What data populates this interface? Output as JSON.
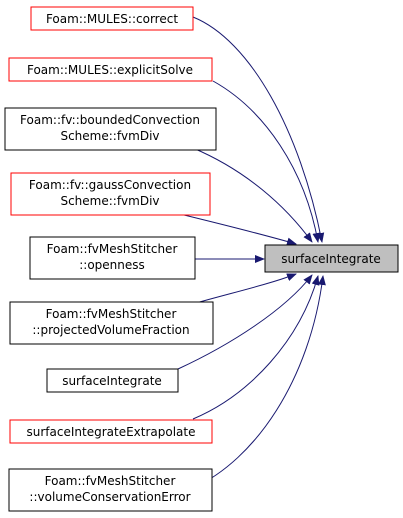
{
  "graph": {
    "target": {
      "label": "surfaceIntegrate",
      "fill": "#bfbfbf",
      "border": "#000000"
    },
    "edge_color": "#191970",
    "callers": [
      {
        "lines": [
          "Foam::MULES::correct"
        ],
        "border": "#ff0000"
      },
      {
        "lines": [
          "Foam::MULES::explicitSolve"
        ],
        "border": "#ff0000"
      },
      {
        "lines": [
          "Foam::fv::boundedConvection",
          "Scheme::fvmDiv"
        ],
        "border": "#000000"
      },
      {
        "lines": [
          "Foam::fv::gaussConvection",
          "Scheme::fvmDiv"
        ],
        "border": "#ff0000"
      },
      {
        "lines": [
          "Foam::fvMeshStitcher",
          "::openness"
        ],
        "border": "#000000"
      },
      {
        "lines": [
          "Foam::fvMeshStitcher",
          "::projectedVolumeFraction"
        ],
        "border": "#000000"
      },
      {
        "lines": [
          "surfaceIntegrate"
        ],
        "border": "#000000"
      },
      {
        "lines": [
          "surfaceIntegrateExtrapolate"
        ],
        "border": "#ff0000"
      },
      {
        "lines": [
          "Foam::fvMeshStitcher",
          "::volumeConservationError"
        ],
        "border": "#000000"
      }
    ]
  }
}
